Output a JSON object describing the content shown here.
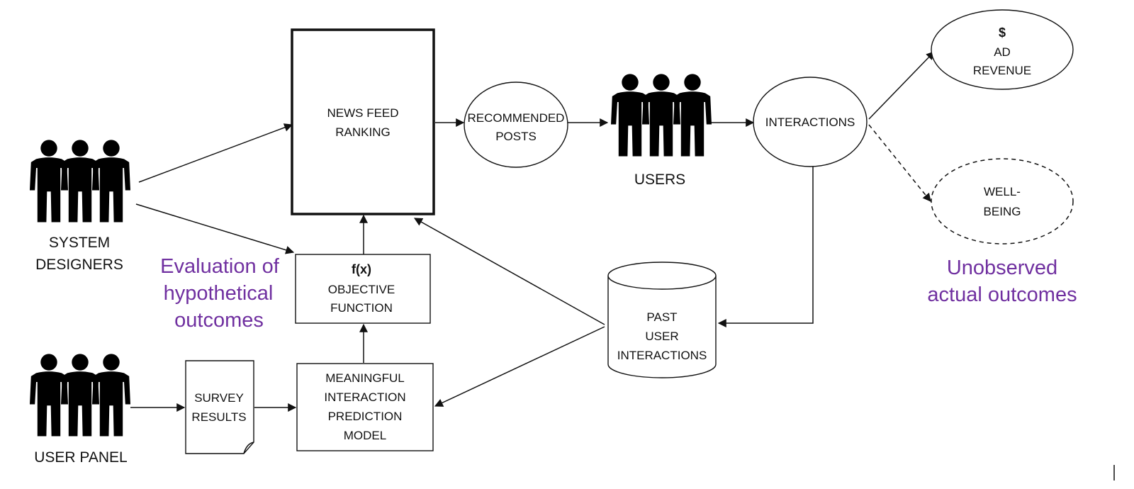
{
  "nodes": {
    "news_feed_ranking": [
      "NEWS FEED",
      "RANKING"
    ],
    "recommended_posts": [
      "RECOMMENDED",
      "POSTS"
    ],
    "users": "USERS",
    "interactions": "INTERACTIONS",
    "ad_revenue": [
      "$",
      "AD",
      "REVENUE"
    ],
    "well_being": [
      "WELL-",
      "BEING"
    ],
    "system_designers": [
      "SYSTEM",
      "DESIGNERS"
    ],
    "objective_function": [
      "f(x)",
      "OBJECTIVE",
      "FUNCTION"
    ],
    "past_user_interactions": [
      "PAST",
      "USER",
      "INTERACTIONS"
    ],
    "user_panel": "USER PANEL",
    "survey_results": [
      "SURVEY",
      "RESULTS"
    ],
    "meaningful_model": [
      "MEANINGFUL",
      "INTERACTION",
      "PREDICTION",
      "MODEL"
    ]
  },
  "annotations": {
    "evaluation": [
      "Evaluation of",
      "hypothetical",
      "outcomes"
    ],
    "unobserved": [
      "Unobserved",
      "actual outcomes"
    ]
  },
  "colors": {
    "annotation": "#7030a0",
    "stroke": "#111111",
    "person_icon": "#000000"
  },
  "icons": {
    "person_group": "three-people-icon"
  }
}
